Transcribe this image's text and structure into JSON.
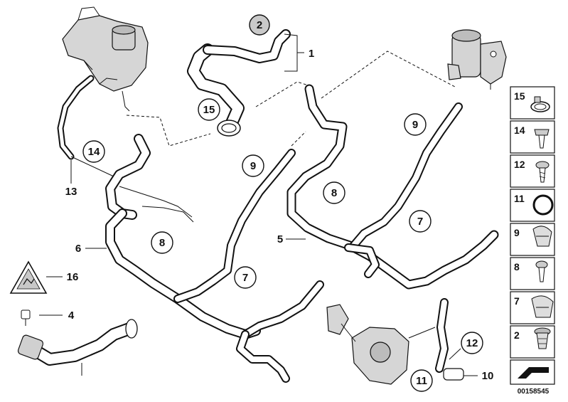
{
  "callouts": {
    "c1": "1",
    "c2": "2",
    "c4": "4",
    "c5": "5",
    "c6": "6",
    "c7a": "7",
    "c7b": "7",
    "c8a": "8",
    "c8b": "8",
    "c9a": "9",
    "c9b": "9",
    "c10": "10",
    "c11": "11",
    "c12": "12",
    "c13": "13",
    "c14": "14",
    "c15": "15",
    "c16": "16"
  },
  "legend": {
    "items": [
      {
        "num": "15",
        "icon": "hose-clamp-icon"
      },
      {
        "num": "14",
        "icon": "expanding-rivet-icon"
      },
      {
        "num": "12",
        "icon": "screw-icon"
      },
      {
        "num": "11",
        "icon": "o-ring-icon"
      },
      {
        "num": "9",
        "icon": "hose-holder-icon"
      },
      {
        "num": "8",
        "icon": "expanding-rivet-icon"
      },
      {
        "num": "7",
        "icon": "hose-holder-icon"
      },
      {
        "num": "2",
        "icon": "plug-icon"
      }
    ]
  },
  "catalog_number": "00158545"
}
